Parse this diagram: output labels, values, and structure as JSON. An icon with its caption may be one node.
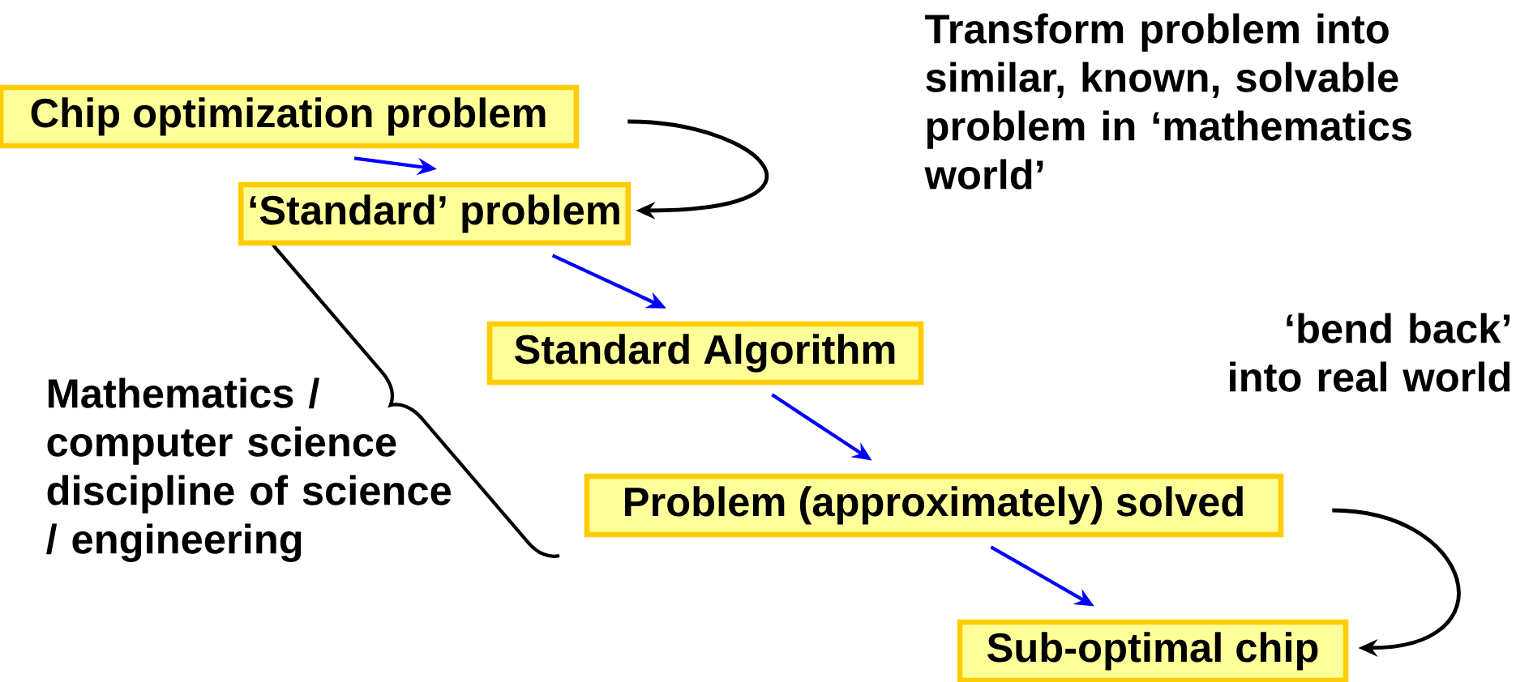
{
  "diagram": {
    "nodes": [
      {
        "text": [
          "Chip optimization problem"
        ]
      },
      {
        "text": [
          "‘Standard’ problem"
        ]
      },
      {
        "text": [
          "Standard Algorithm"
        ]
      },
      {
        "text": [
          "Problem (approximately) solved"
        ]
      },
      {
        "text": [
          "Sub-optimal chip"
        ]
      }
    ],
    "edges": [
      {
        "from": 0,
        "to": 1,
        "arrow": "to",
        "color": "#0000ff"
      },
      {
        "from": 1,
        "to": 2,
        "arrow": "to",
        "color": "#0000ff"
      },
      {
        "from": 2,
        "to": 3,
        "arrow": "to",
        "color": "#0000ff"
      },
      {
        "from": 3,
        "to": 4,
        "arrow": "to",
        "color": "#0000ff"
      },
      {
        "from": 0,
        "to": 1,
        "arrow": "to",
        "color": "#000000"
      },
      {
        "from": 3,
        "to": 4,
        "arrow": "to",
        "color": "#000000"
      }
    ],
    "labels": [
      "Transform problem into similar, known, solvable problem in ‘mathematics world’",
      "‘bend back’ into real world",
      "Mathematics / computer science discipline of science / engineering"
    ]
  }
}
